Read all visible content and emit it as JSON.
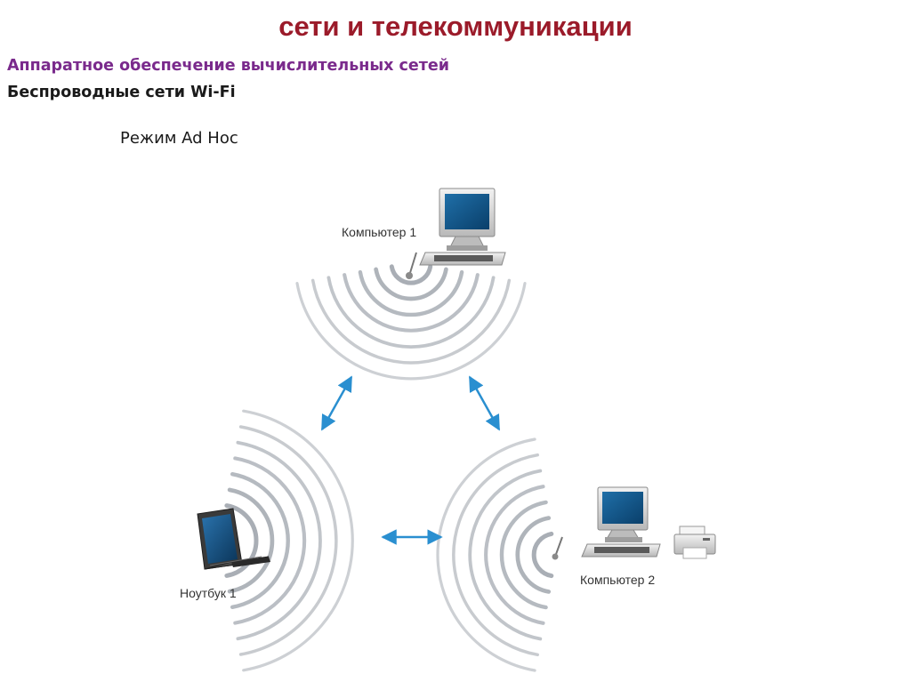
{
  "header": {
    "title": "сети и телекоммуникации",
    "subtitle": "Аппаратное обеспечение вычислительных сетей",
    "topic": "Беспроводные сети Wi-Fi"
  },
  "diagram": {
    "mode_label": "Режим Ad Hoc",
    "nodes": [
      {
        "label": "Компьютер 1",
        "device": "desktop-computer-icon"
      },
      {
        "label": "Ноутбук 1",
        "device": "laptop-icon"
      },
      {
        "label": "Компьютер 2",
        "device": "desktop-computer-icon",
        "peripheral": "printer-icon"
      }
    ],
    "colors": {
      "waves": "#9aa0a8",
      "arrows": "#2a8fd0",
      "title": "#9b1b2a",
      "subtitle": "#7a2a8c"
    }
  }
}
